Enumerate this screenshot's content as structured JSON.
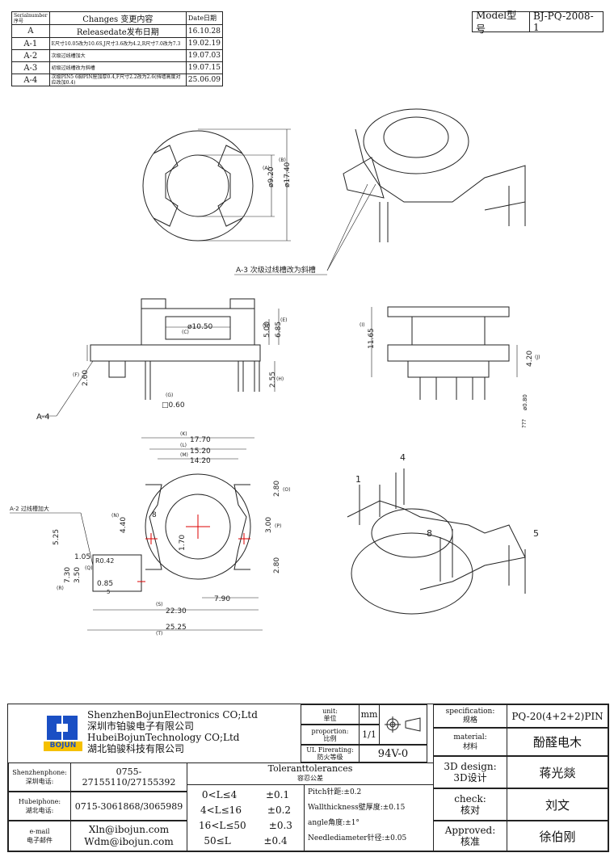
{
  "revision": {
    "header": {
      "serial": "Serialnumber序号",
      "changes": "Changes 变更内容",
      "date": "Date日期"
    },
    "rows": [
      {
        "serial": "A",
        "change": "Releasedate发布日期",
        "date": "16.10.28"
      },
      {
        "serial": "A-1",
        "change": "E尺寸10.05改为10.6S,J尺寸3.6改为4.2,R尺寸7.0改为7.3",
        "date": "19.02.19"
      },
      {
        "serial": "A-2",
        "change": "次级过线槽加大",
        "date": "19.07.03"
      },
      {
        "serial": "A-3",
        "change": "初级过线槽改为斜槽",
        "date": "19.07.15"
      },
      {
        "serial": "A-4",
        "change": "次级PIN5 6脚PIN座加厚0.4,F尺寸2.2改为2.6(挡墙高度对应改加0.4)",
        "date": "25.06.09"
      }
    ]
  },
  "model": {
    "label": "Model型号",
    "value": "BJ-PQ-2008-1"
  },
  "drawing": {
    "top_view": {
      "dims": [
        "(A)",
        "ø9.20",
        "(B)",
        "ø17.40"
      ]
    },
    "front_view": {
      "dims": [
        "ø10.50",
        "(C)",
        "5.00",
        "6.85",
        "(D)",
        "(E)",
        "2.60",
        "(F)",
        "2.55",
        "(H)",
        "(G)",
        "□0.60"
      ],
      "note": "A-4"
    },
    "side_view": {
      "dims": [
        "(I)",
        "11.65",
        "4.20",
        "(J)",
        "ø0.80",
        "???"
      ]
    },
    "bottom_view": {
      "dims": [
        "(K)",
        "17.70",
        "(L)",
        "15.20",
        "(M)",
        "14.20",
        "2.80",
        "(O)",
        "4.40",
        "(N)",
        "1.70",
        "3.00",
        "(P)",
        "5.25",
        "1.05",
        "R0.42",
        "(Q)",
        "7.30",
        "3.50",
        "(R)",
        "0.85",
        "2.80",
        "7.90",
        "(S)",
        "22.30",
        "(T)",
        "25.25"
      ],
      "pins": [
        "8",
        "5"
      ],
      "note": "A-2 过线槽加大"
    },
    "iso_view": {
      "pins": [
        "1",
        "4",
        "8",
        "5"
      ]
    },
    "callout_a3": "A-3 次级过线槽改为斜槽"
  },
  "titleblock": {
    "company_en1": "ShenzhenBojunElectronics CO;Ltd",
    "company_cn1": "深圳市铂骏电子有限公司",
    "company_en2": "HubeiBojunTechnology CO;Ltd",
    "company_cn2": "湖北铂骏科技有限公司",
    "logo_text": "BOJUN",
    "unit_label": "unit:\n单位",
    "unit_value": "mm",
    "proportion_label": "proportion:\n比例",
    "proportion_value": "1/1",
    "fire_label": "UL Firerating:\n防火等级",
    "fire_value": "94V-0",
    "spec_label": "specification:\n规格",
    "spec_value": "PQ-20(4+2+2)PIN",
    "material_label": "material:\n材料",
    "material_value": "酚醛电木",
    "design_label": "3D design:\n3D设计",
    "design_value": "蒋光燚",
    "check_label": "check:\n核对",
    "check_value": "刘文",
    "approved_label": "Approved:\n核准",
    "approved_value": "徐伯刚",
    "sz_phone_label": "Shenzhenphone:\n深圳电话:",
    "sz_phone_value": "0755-27155110/27155392",
    "hb_phone_label": "Hubeiphone:\n湖北电话:",
    "hb_phone_value": "0715-3061868/3065989",
    "email_label": "e-mail\n电子邮件",
    "email1": "Xln@ibojun.com",
    "email2": "Wdm@ibojun.com",
    "tol_title_en": "Toleranttolerances",
    "tol_title_cn": "容忍公差",
    "tolerances": [
      {
        "range": "0<L≤4",
        "tol": "±0.1"
      },
      {
        "range": "4<L≤16",
        "tol": "±0.2"
      },
      {
        "range": "16<L≤50",
        "tol": "±0.3"
      },
      {
        "range": "50≤L",
        "tol": "±0.4"
      }
    ],
    "notes": [
      "Pitch针距:±0.2",
      "Wallthickness壁厚度:±0.15",
      "angle角度:±1°",
      "Needlediameter针径:±0.05"
    ]
  }
}
